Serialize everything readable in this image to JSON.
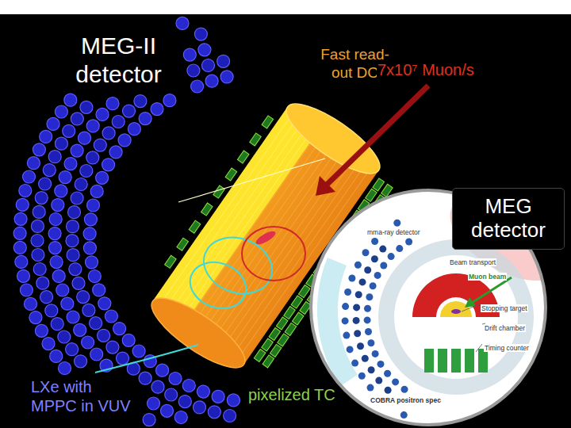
{
  "diagram": {
    "nodes": [
      {
        "text": [
          "MEG detector"
        ]
      }
    ],
    "labels": [
      "MEG-II detector",
      "Fast read-out DC",
      "7x10⁷ Muon/s",
      "LXe with MPPC in VUV",
      "pixelized TC",
      "mma-ray detector",
      "Beam transport",
      "Muon beam",
      "Stopping target",
      "Drift chamber",
      "Timing counter",
      "COBRA positron spec"
    ]
  }
}
